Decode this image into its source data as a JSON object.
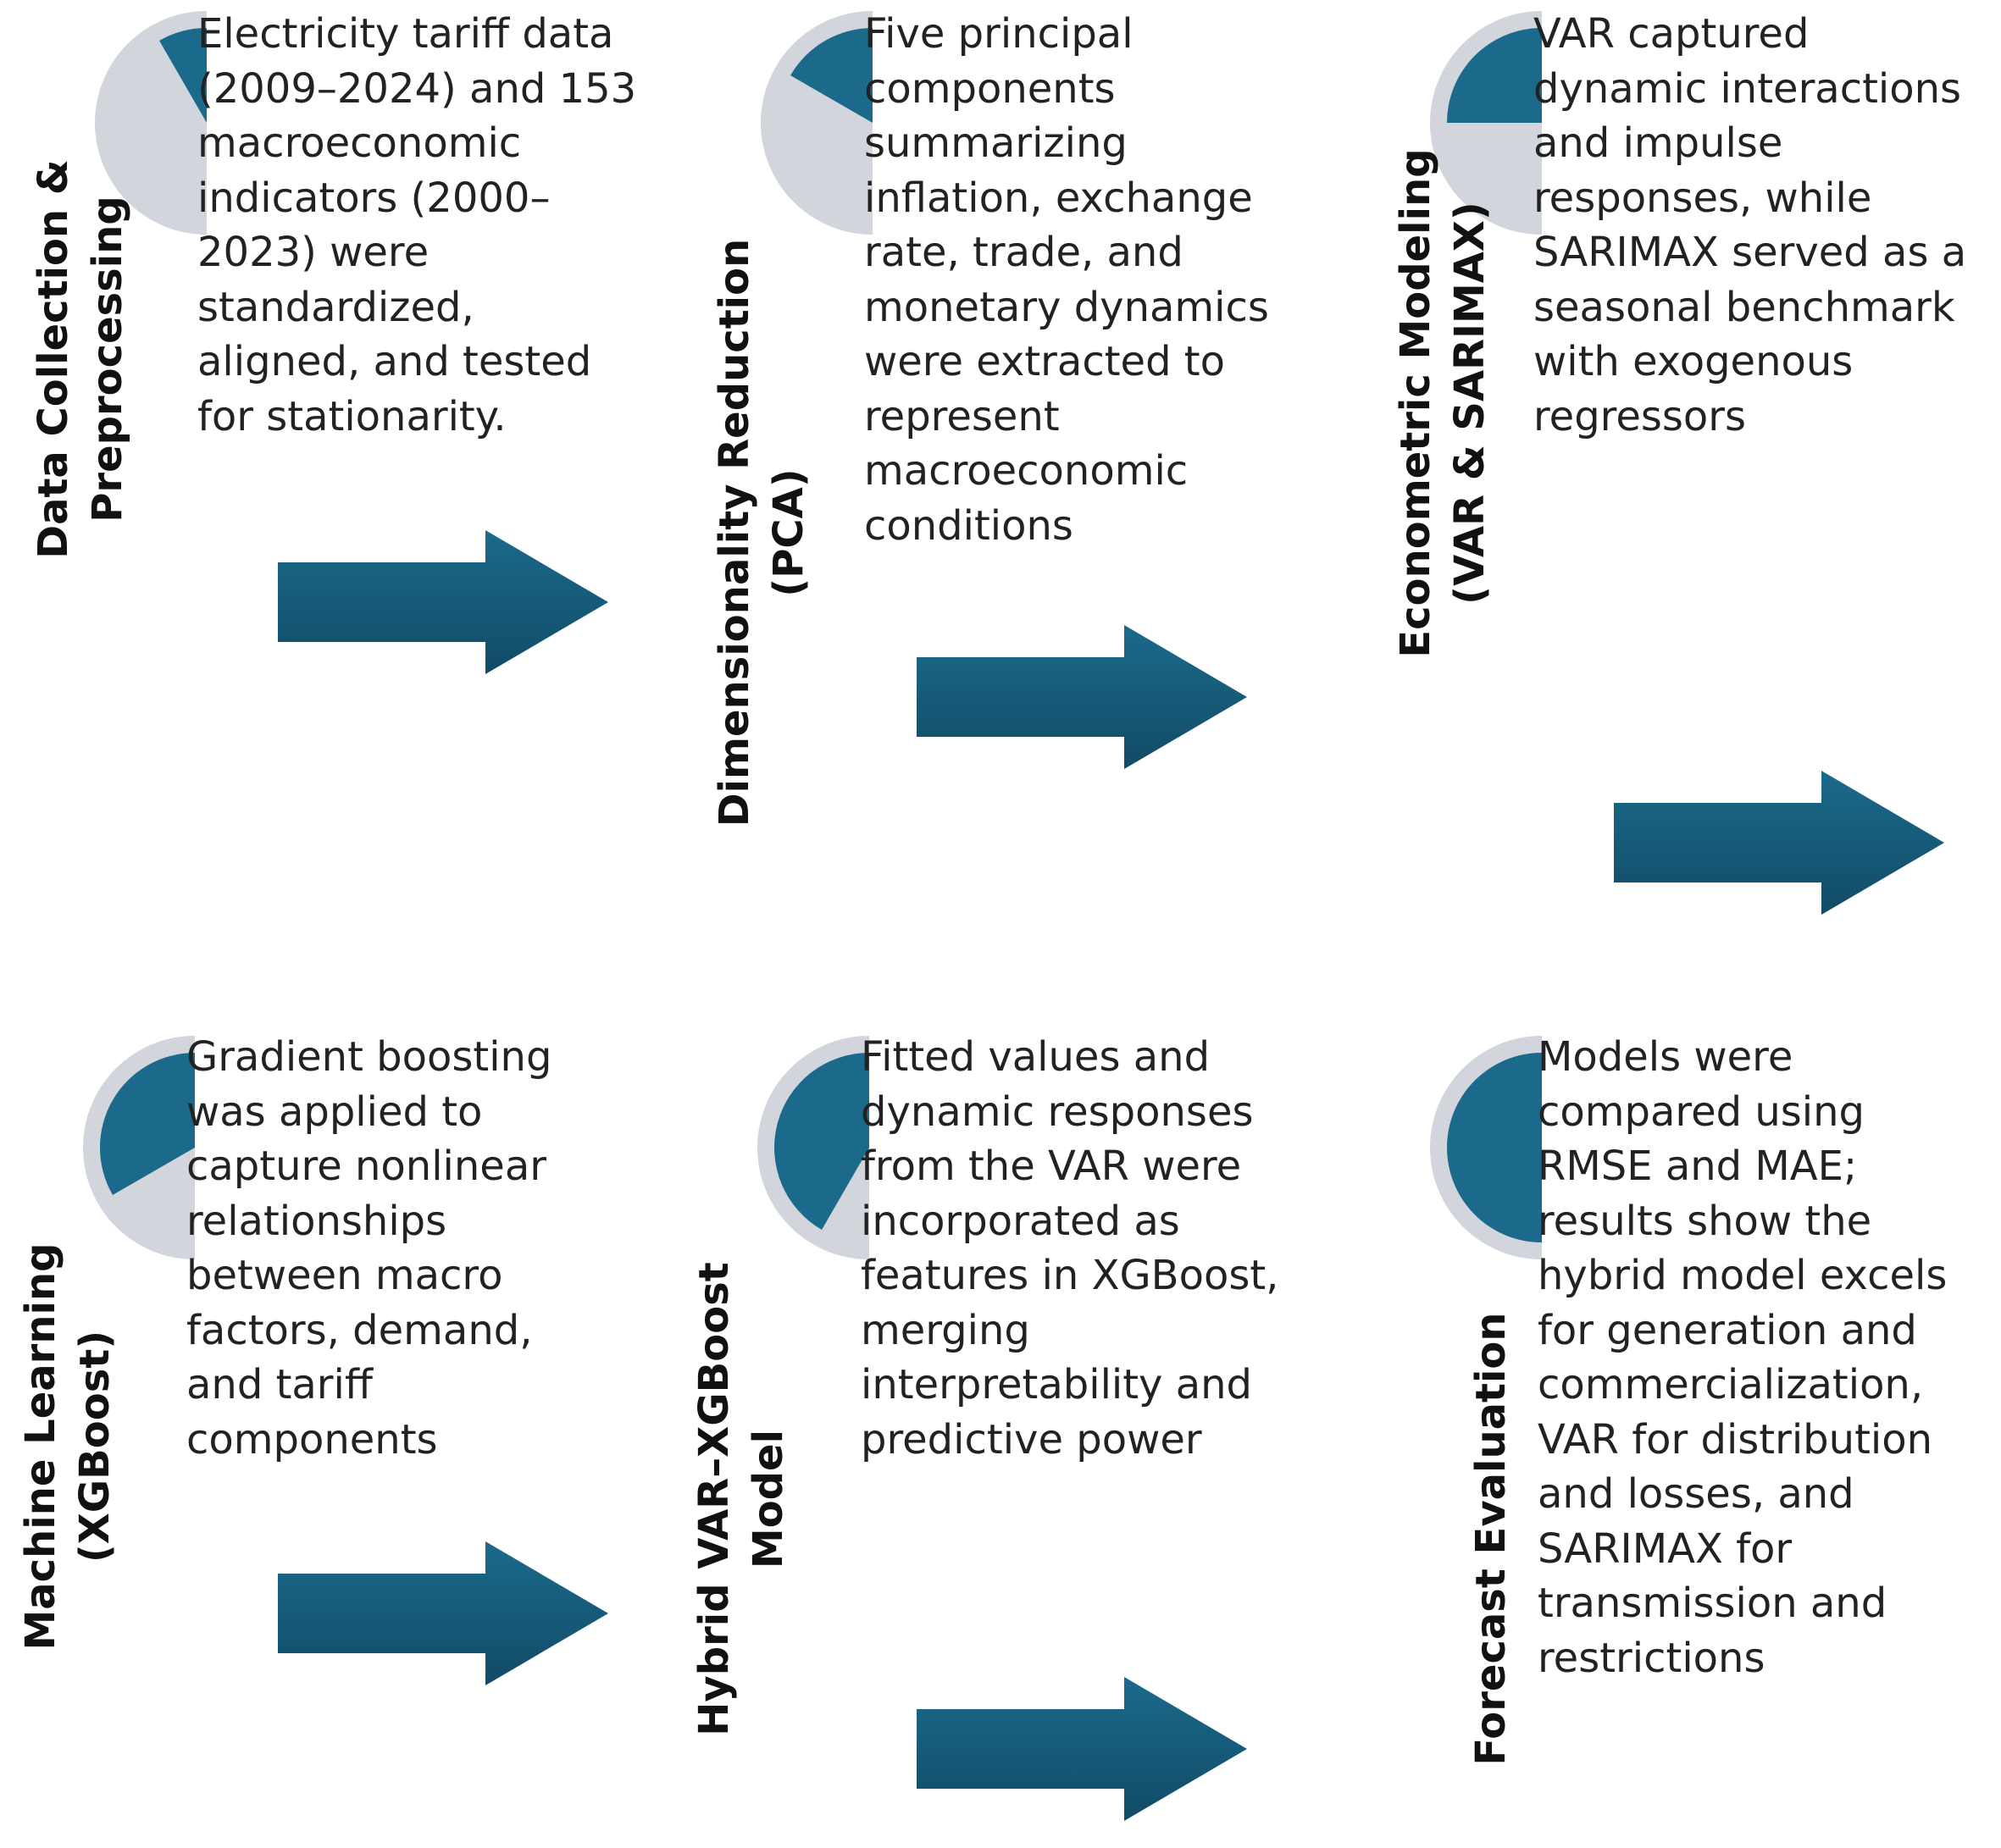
{
  "colors": {
    "accent": "#1b6a8c",
    "accent_dark": "#114b66",
    "pie_base": "#d2d6dc",
    "text": "#222222"
  },
  "steps": [
    {
      "title_lines": [
        "Data Collection &",
        "Preprocessing"
      ],
      "description_lines": [
        "Electricity tariff data",
        "(2009–2024) and 153",
        "macroeconomic",
        "indicators (2000–",
        "2023) were",
        "standardized,",
        "aligned, and tested",
        "for stationarity."
      ],
      "progress_fraction": 0.0833
    },
    {
      "title_lines": [
        "Dimensionality Reduction",
        "(PCA)"
      ],
      "description_lines": [
        "Five principal",
        "components",
        "summarizing",
        "inflation, exchange",
        "rate, trade, and",
        "monetary dynamics",
        "were extracted to",
        "represent",
        "macroeconomic",
        "conditions"
      ],
      "progress_fraction": 0.1667
    },
    {
      "title_lines": [
        "Econometric Modeling",
        "(VAR & SARIMAX)"
      ],
      "description_lines": [
        "VAR captured",
        "dynamic interactions",
        "and impulse",
        "responses, while",
        "SARIMAX served as a",
        "seasonal benchmark",
        "with exogenous",
        "regressors"
      ],
      "progress_fraction": 0.25
    },
    {
      "title_lines": [
        "Machine Learning",
        "(XGBoost)"
      ],
      "description_lines": [
        "Gradient boosting",
        "was applied to",
        "capture nonlinear",
        "relationships",
        "between macro",
        "factors, demand,",
        "and tariff",
        "components"
      ],
      "progress_fraction": 0.3333
    },
    {
      "title_lines": [
        "Hybrid VAR–XGBoost",
        "Model"
      ],
      "description_lines": [
        "Fitted values and",
        "dynamic responses",
        "from the VAR were",
        "incorporated as",
        "features in XGBoost,",
        "merging",
        "interpretability and",
        "predictive power"
      ],
      "progress_fraction": 0.4167
    },
    {
      "title_lines": [
        "Forecast Evaluation"
      ],
      "description_lines": [
        "Models were",
        "compared using",
        "RMSE and MAE;",
        "results show the",
        "hybrid model excels",
        "for generation and",
        "commercialization,",
        "VAR for distribution",
        "and losses, and",
        "SARIMAX for",
        "transmission and",
        "restrictions"
      ],
      "progress_fraction": 0.5
    }
  ]
}
